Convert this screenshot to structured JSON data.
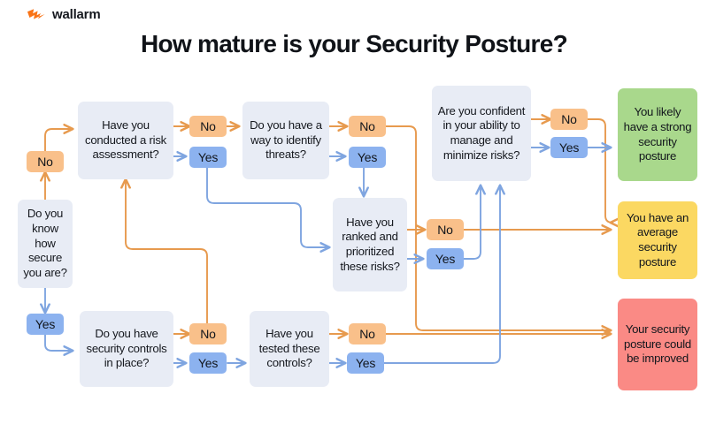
{
  "brand": {
    "name": "wallarm",
    "logo_icon": "wallarm-lightning-icon",
    "logo_color": "#f97316"
  },
  "title": "How mature is your Security Posture?",
  "colors": {
    "question_bg": "#e8ecf5",
    "no_pill": "#f9c08a",
    "yes_pill": "#8cb2ef",
    "orange_line": "#e79a4e",
    "blue_line": "#7fa5e0",
    "outcome_strong": "#a9d88c",
    "outcome_average": "#fbd862",
    "outcome_improve": "#fa8a85"
  },
  "questions": [
    {
      "id": "know-secure",
      "text": "Do you know how secure you are?"
    },
    {
      "id": "risk-assessment",
      "text": "Have you conducted a risk assessment?"
    },
    {
      "id": "identify-threats",
      "text": "Do you have a way to identify threats?"
    },
    {
      "id": "ranked-risks",
      "text": "Have you ranked and prioritized these risks?"
    },
    {
      "id": "confident-manage",
      "text": "Are you confident in your ability to manage and minimize risks?"
    },
    {
      "id": "security-controls",
      "text": "Do you have security controls in place?"
    },
    {
      "id": "tested-controls",
      "text": "Have you tested these controls?"
    }
  ],
  "pills": [
    {
      "id": "know-secure-no",
      "label": "No"
    },
    {
      "id": "know-secure-yes",
      "label": "Yes"
    },
    {
      "id": "risk-assessment-no",
      "label": "No"
    },
    {
      "id": "risk-assessment-yes",
      "label": "Yes"
    },
    {
      "id": "identify-threats-no",
      "label": "No"
    },
    {
      "id": "identify-threats-yes",
      "label": "Yes"
    },
    {
      "id": "ranked-risks-no",
      "label": "No"
    },
    {
      "id": "ranked-risks-yes",
      "label": "Yes"
    },
    {
      "id": "confident-no",
      "label": "No"
    },
    {
      "id": "confident-yes",
      "label": "Yes"
    },
    {
      "id": "controls-no",
      "label": "No"
    },
    {
      "id": "controls-yes",
      "label": "Yes"
    },
    {
      "id": "tested-no",
      "label": "No"
    },
    {
      "id": "tested-yes",
      "label": "Yes"
    }
  ],
  "outcomes": [
    {
      "id": "strong",
      "text": "You likely have a strong security posture"
    },
    {
      "id": "average",
      "text": "You have an average security posture"
    },
    {
      "id": "improve",
      "text": "Your security posture could be improved"
    }
  ]
}
